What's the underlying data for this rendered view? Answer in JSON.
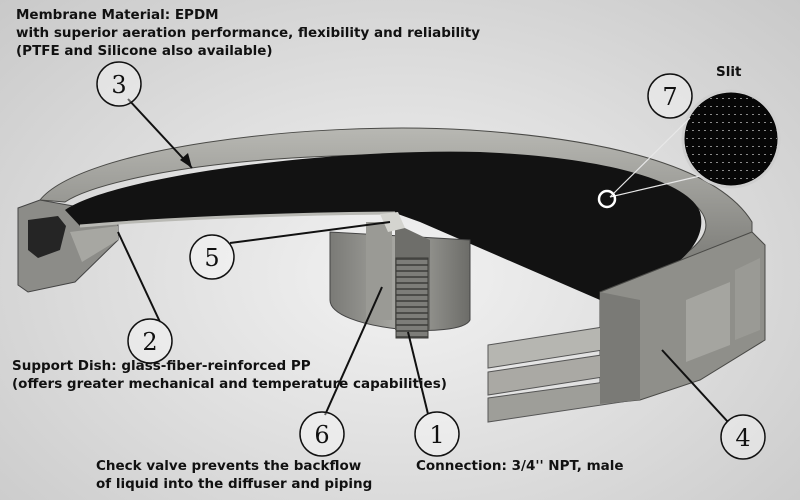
{
  "labels": {
    "membrane": {
      "line1": "Membrane Material: EPDM",
      "line2": "with superior aeration performance, flexibility and reliability",
      "line3": "(PTFE and Silicone also available)"
    },
    "support": {
      "line1": "Support Dish: glass-fiber-reinforced PP",
      "line2": "(offers greater mechanical and temperature capabilities)"
    },
    "check_valve": {
      "line1": "Check valve prevents the backflow",
      "line2": "of liquid into the diffuser and piping"
    },
    "connection": "Connection: 3/4'' NPT, male",
    "slit": "Slit"
  },
  "callouts": [
    "1",
    "2",
    "3",
    "4",
    "5",
    "6",
    "7"
  ],
  "colors": {
    "membrane": "#121212",
    "housing": "#8f8f8a",
    "housing_light": "#b5b5b0",
    "housing_dark": "#5e5e5a",
    "callout_stroke": "#111111"
  }
}
